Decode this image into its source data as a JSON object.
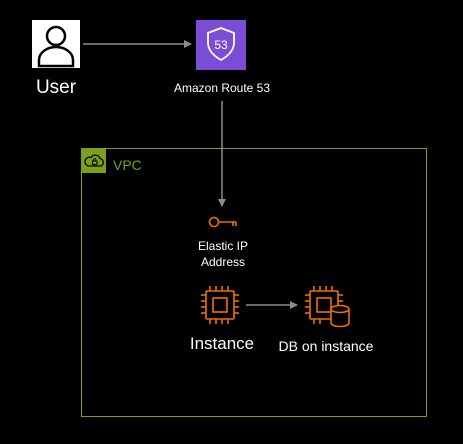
{
  "nodes": {
    "user": {
      "label": "User",
      "icon": "user-icon"
    },
    "route53": {
      "label": "Amazon Route 53",
      "icon": "route53-shield-icon",
      "badge": "53"
    },
    "vpc": {
      "label": "VPC",
      "icon": "vpc-cloud-lock-icon"
    },
    "eip": {
      "label": "Elastic IP Address",
      "icon": "key-icon"
    },
    "instance": {
      "label": "Instance",
      "icon": "ec2-chip-icon"
    },
    "db": {
      "label": "DB on instance",
      "icon": "chip-database-icon"
    }
  },
  "edges": [
    {
      "from": "User",
      "to": "Amazon Route 53"
    },
    {
      "from": "Amazon Route 53",
      "to": "Elastic IP Address"
    },
    {
      "from": "Instance",
      "to": "DB on instance"
    }
  ],
  "colors": {
    "background": "#000000",
    "route53": "#7b4cd4",
    "vpc": "#7aa116",
    "compute": "#ed7100",
    "arrow": "#8c8c8c",
    "text": "#ffffff"
  }
}
